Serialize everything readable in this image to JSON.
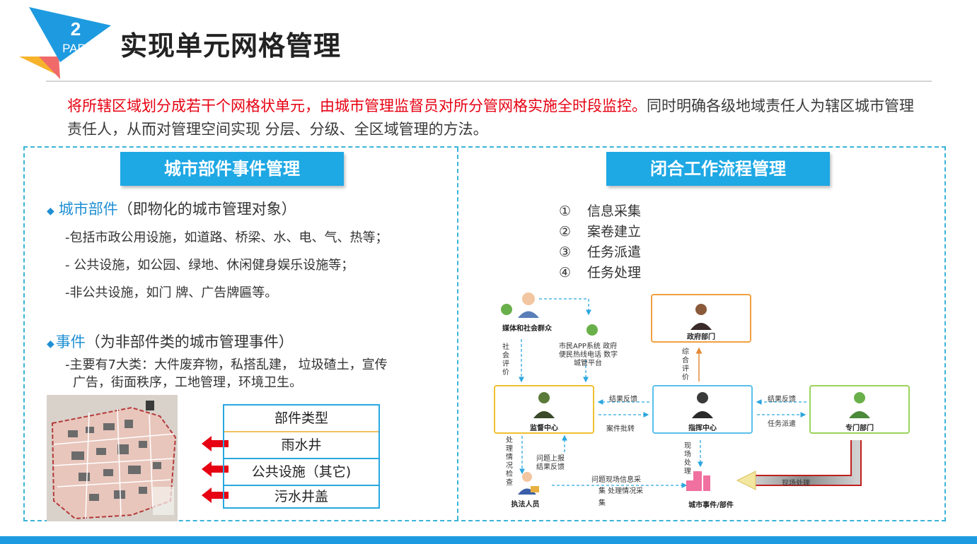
{
  "header": {
    "part_number": "2",
    "part_word": "PART",
    "title": "实现单元网格管理"
  },
  "intro": {
    "red_text": "将所辖区域划分成若干个网格状单元，由城市管理监督员对所分管网格实施全时段监控。",
    "black_text": "同时明确各级地域责任人为辖区城市管理责任人，从而对管理空间实现 分层、分级、全区域管理的方法。"
  },
  "left_panel": {
    "section_title": "城市部件事件管理",
    "parts": {
      "title_main": "城市部件",
      "title_note": "（即物化的城市管理对象）",
      "items": [
        "-包括市政公用设施，如道路、桥梁、水、电、气、热等；",
        "- 公共设施，如公园、绿地、休闲健身娱乐设施等；",
        "-非公共设施，如门 牌、广告牌匾等。"
      ]
    },
    "events": {
      "title_main": "事件",
      "title_note": "（为非部件类的城市管理事件）",
      "line1": "-主要有7大类：大件废弃物，私搭乱建， 垃圾碴土，宣传",
      "line2": "广告，街面秩序，工地管理，环境卫生。"
    },
    "table": {
      "header": "部件类型",
      "rows": [
        "雨水井",
        "公共设施（其它)",
        "污水井盖"
      ]
    }
  },
  "right_panel": {
    "section_title": "闭合工作流程管理",
    "steps": [
      {
        "num": "①",
        "label": "信息采集"
      },
      {
        "num": "②",
        "label": "案卷建立"
      },
      {
        "num": "③",
        "label": "任务派遣"
      },
      {
        "num": "④",
        "label": "任务处理"
      }
    ],
    "diagram": {
      "media": "媒体和社会群众",
      "platforms_line1": "市民APP系统 政府",
      "platforms_line2": "便民热线电话 数字",
      "platforms_line3": "城管平台",
      "social_eval": "社会评价",
      "gov": "政府部门",
      "comprehensive_eval": "综合评价",
      "supervision": "监督中心",
      "command": "指挥中心",
      "dept": "专门部门",
      "result_feedback_1": "结果反馈",
      "case_approval": "案件批转",
      "result_feedback_2": "结果反馈",
      "task_dispatch": "任务派遣",
      "handle_check": "处理情况检查",
      "report_line1": "问题上报",
      "report_line2": "结果反馈",
      "onsite_handle_v": "现场处理",
      "onsite_handle_h": "现场处理",
      "info_line1": "问题现场信息采",
      "info_line2": "集 处理情况采",
      "info_line3": "集",
      "enforcer": "执法人员",
      "events_parts": "城市事件/部件"
    }
  },
  "colors": {
    "accent_blue": "#1ea8e4",
    "red_text": "#e60012",
    "dashed_border": "#3bb4d8"
  }
}
